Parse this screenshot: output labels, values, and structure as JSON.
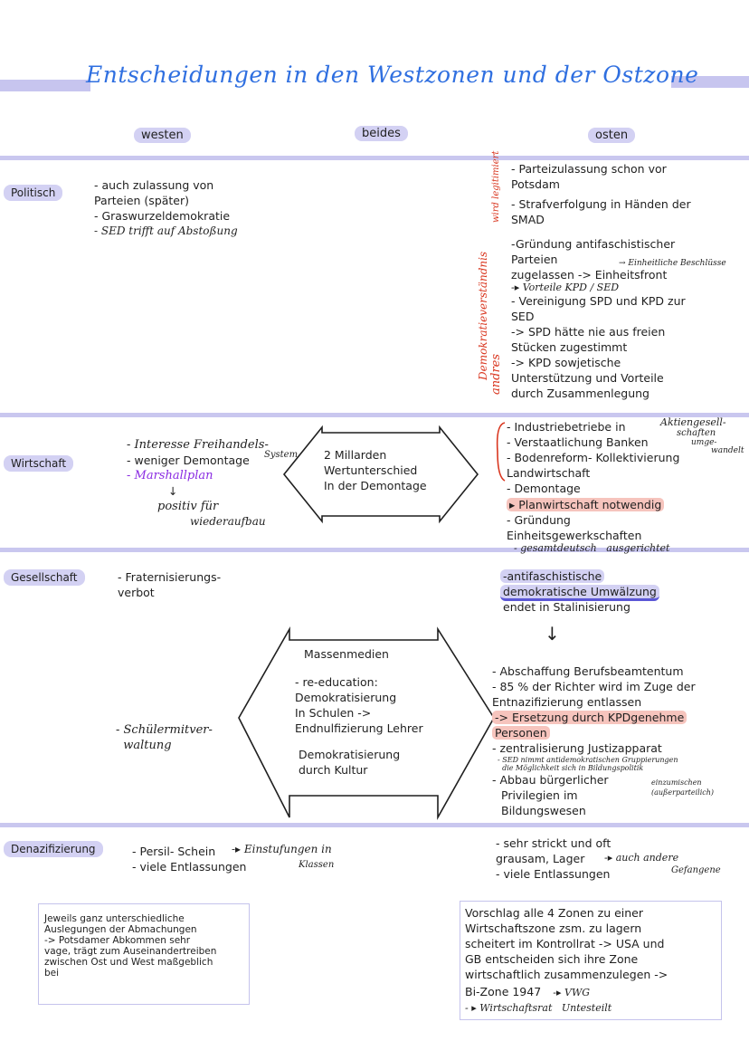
{
  "title": "Entscheidungen in den Westzonen und der Ostzone",
  "columns": {
    "west": "westen",
    "both": "beides",
    "east": "osten"
  },
  "rows": {
    "politisch": {
      "label": "Politisch",
      "west": [
        "- auch zulassung von",
        "Parteien (später)",
        "- Graswurzeldemokratie"
      ],
      "west_hand": "- SED trifft auf Abstoßung",
      "east_side_red": "Demokratieverständnis",
      "east_side_red2": "wird legitimiert",
      "east_side_red3": "andres",
      "east": [
        "- Parteizulassung schon vor",
        "Potsdam",
        "- Strafverfolgung in Händen der",
        "SMAD",
        "-Gründung antifaschistischer",
        "Parteien",
        "zugelassen -> Einheitsfront",
        "- Vereinigung SPD und KPD zur",
        "SED",
        "-> SPD hätte nie aus freien",
        "Stücken zugestimmt",
        "-> KPD sowjetische",
        "Unterstützung und Vorteile",
        "durch Zusammenlegung"
      ],
      "east_hand1": "→ Einheitliche Beschlüsse",
      "east_hand2": "-▸ Vorteile KPD / SED"
    },
    "wirtschaft": {
      "label": "Wirtschaft",
      "west_hand1": "- Interesse Freihandels-",
      "west_hand1b": "System",
      "west_line2": "- weniger Demontage",
      "west_purple": "- Marshallplan",
      "west_arrow": "↓",
      "west_hand2": "positiv für",
      "west_hand3": "wiederaufbau",
      "both": [
        "2 Millarden",
        "Wertunterschied",
        "In der Demontage"
      ],
      "east": [
        "- Industriebetriebe in",
        "- Verstaatlichung Banken",
        "- Bodenreform- Kollektivierung",
        "Landwirtschaft",
        "- Demontage"
      ],
      "east_hand_ag": "Aktiengesell-",
      "east_hand_ag2": "schaften",
      "east_hand_ag3": "umge-",
      "east_hand_ag4": "wandelt",
      "east_highlight": "▸ Planwirtschaft notwendig",
      "east_more": [
        "- Gründung",
        "Einheitsgewerkschaften"
      ],
      "east_hand_end": "- gesamtdeutsch   ausgerichtet"
    },
    "gesellschaft": {
      "label": "Gesellschaft",
      "west": [
        "- Fraternisierungs-",
        "verbot"
      ],
      "west_hand": "- Schülermitver-\n  waltung",
      "east_hl1": "-antifaschistische",
      "east_hl2": "demokratische Umwälzung",
      "east_line3": "endet in Stalinisierung",
      "east_arrow": "↓",
      "both_title": "Massenmedien",
      "both": [
        "- re-education:",
        "Demokratisierung",
        "In Schulen ->",
        "Endnulfizierung Lehrer"
      ],
      "both2": [
        "Demokratisierung",
        "durch Kultur"
      ],
      "east": [
        "- Abschaffung Berufsbeamtentum",
        "- 85 % der Richter wird im Zuge der",
        "Entnazifizierung entlassen"
      ],
      "east_hl_red1": "-> Ersetzung durch KPDgenehme",
      "east_hl_red2": "Personen",
      "east_more": [
        "- zentralisierung Justizapparat"
      ],
      "east_small": "- SED nimmt antidemokratischen Gruppierungen\n  die Möglichkeit sich in Bildungspolitik",
      "east_more2": [
        "- Abbau bürgerlicher",
        "Privilegien im",
        "Bildungswesen"
      ],
      "east_small2": "einzumischen\n(außerparteilich)"
    },
    "denazifizierung": {
      "label": "Denazifizierung",
      "west_line1": "- Persil- Schein",
      "west_hand1": "-▸ Einstufungen in",
      "west_hand1b": "Klassen",
      "west_line2": "- viele Entlassungen",
      "east_line1": "- sehr strickt und oft",
      "east_line2": "grausam, Lager",
      "east_hand": "-▸ auch andere",
      "east_hand2": "Gefangene",
      "east_line3": "- viele Entlassungen"
    }
  },
  "notes": {
    "left": [
      "Jeweils ganz unterschiedliche",
      "Auslegungen der Abmachungen",
      "-> Potsdamer Abkommen sehr",
      "vage, trägt zum Auseinandertreiben",
      "zwischen Ost und West maßgeblich",
      "bei"
    ],
    "right": [
      "Vorschlag alle 4 Zonen zu einer",
      "Wirtschaftszone zsm. zu lagern",
      "scheitert im Kontrollrat -> USA und",
      "GB entscheiden sich ihre Zone",
      "wirtschaftlich zusammenzulegen ->",
      "Bi-Zone 1947"
    ],
    "right_hand1": "-▸ VWG",
    "right_hand2": "- ▸ Wirtschaftsrat   Untesteilt"
  }
}
